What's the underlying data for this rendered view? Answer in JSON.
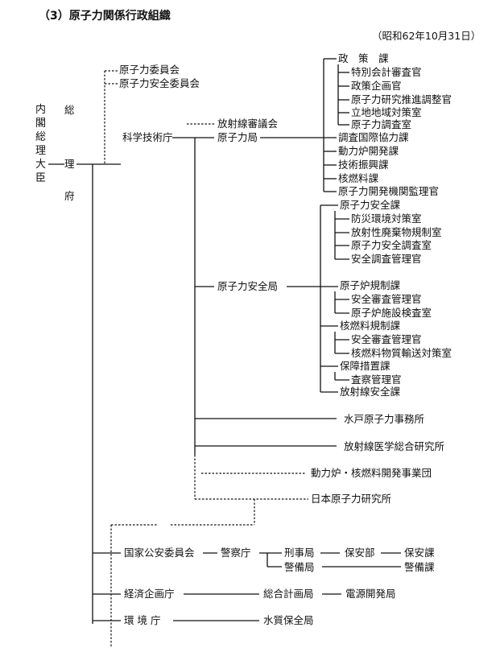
{
  "title": "（3）原子力関係行政組織",
  "date": "（昭和62年10月31日）",
  "pm": "内閣総理大臣",
  "pmo": {
    "c1": "総",
    "c2": "理",
    "c3": "府"
  },
  "aec": "原子力委員会",
  "nsc": "原子力安全委員会",
  "sta": "科学技術庁",
  "rad_council": "放射線審議会",
  "aeb": {
    "name": "原子力局",
    "items": [
      "政　策　課",
      "特別会計審査官",
      "政策企画官",
      "原子力研究推進調整官",
      "立地地域対策室",
      "原子力調査室",
      "調査国際協力課",
      "動力炉開発課",
      "技術振興課",
      "核燃料課",
      "原子力開発機関監理官"
    ]
  },
  "nsb": {
    "name": "原子力安全局",
    "items": [
      "原子力安全課",
      "防災環境対策室",
      "放射性廃棄物規制室",
      "原子力安全調査室",
      "安全調査管理官",
      "原子炉規制課",
      "安全審査管理官",
      "原子炉施設検査室",
      "核燃料規制課",
      "安全審査管理官",
      "核燃料物質輸送対策室",
      "保障措置課",
      "査察管理官",
      "放射線安全課"
    ]
  },
  "mito": "水戸原子力事務所",
  "nirs": "放射線医学総合研究所",
  "pnc": "動力炉・核燃料開発事業団",
  "jaeri": "日本原子力研究所",
  "npsc": {
    "name": "国家公安委員会",
    "npa": "警察庁",
    "keiji": "刑事局",
    "hoan_bu": "保安部",
    "hoan_ka": "保安課",
    "keibi": "警備局",
    "keibi_ka": "警備課"
  },
  "epa": {
    "name": "経済企画庁",
    "plan": "総合計画局",
    "power": "電源開発局"
  },
  "env": {
    "name": "環 境 庁",
    "water": "水質保全局"
  }
}
